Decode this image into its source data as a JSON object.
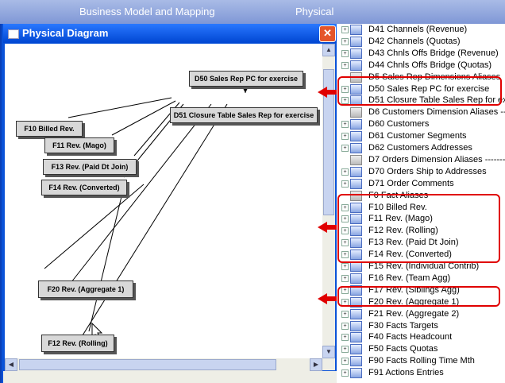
{
  "tabs": {
    "left": "Business Model and Mapping",
    "right": "Physical"
  },
  "window": {
    "title": "Physical Diagram",
    "close_glyph": "✕"
  },
  "tables": {
    "d50": "D50 Sales Rep PC for exercise",
    "d51": "D51 Closure Table Sales Rep for exercise",
    "f10": "F10 Billed Rev.",
    "f11": "F11 Rev. (Mago)",
    "f13": "F13 Rev. (Paid Dt Join)",
    "f14": "F14 Rev. (Converted)",
    "f20": "F20 Rev. (Aggregate 1)",
    "f12": "F12 Rev. (Rolling)"
  },
  "tree": {
    "items": [
      {
        "label": "D41 Channels (Revenue)",
        "alias": false
      },
      {
        "label": "D42 Channels (Quotas)",
        "alias": false
      },
      {
        "label": "D43 Chnls Offs Bridge (Revenue)",
        "alias": false
      },
      {
        "label": "D44 Chnls Offs Bridge (Quotas)",
        "alias": false
      },
      {
        "label": "D5 Sales Rep Dimensions Aliases",
        "alias": true
      },
      {
        "label": "D50 Sales Rep PC for exercise",
        "alias": false
      },
      {
        "label": "D51 Closure Table Sales Rep for ex",
        "alias": false
      },
      {
        "label": "D6 Customers Dimension Aliases ---",
        "alias": true
      },
      {
        "label": "D60 Customers",
        "alias": false
      },
      {
        "label": "D61 Customer Segments",
        "alias": false
      },
      {
        "label": "D62 Customers Addresses",
        "alias": false
      },
      {
        "label": "D7 Orders Dimension Aliases --------",
        "alias": true
      },
      {
        "label": "D70 Orders Ship to Addresses",
        "alias": false
      },
      {
        "label": "D71 Order Comments",
        "alias": false
      },
      {
        "label": "F0 Fact Aliases",
        "alias": true
      },
      {
        "label": "F10 Billed Rev.",
        "alias": false
      },
      {
        "label": "F11 Rev. (Mago)",
        "alias": false
      },
      {
        "label": "F12 Rev. (Rolling)",
        "alias": false
      },
      {
        "label": "F13 Rev. (Paid Dt Join)",
        "alias": false
      },
      {
        "label": "F14 Rev. (Converted)",
        "alias": false
      },
      {
        "label": "F15 Rev. (Individual Contrib)",
        "alias": false
      },
      {
        "label": "F16 Rev. (Team Agg)",
        "alias": false
      },
      {
        "label": "F17 Rev. (Siblings Agg)",
        "alias": false
      },
      {
        "label": "F20 Rev. (Aggregate 1)",
        "alias": false
      },
      {
        "label": "F21 Rev. (Aggregate 2)",
        "alias": false
      },
      {
        "label": "F30 Facts Targets",
        "alias": false
      },
      {
        "label": "F40 Facts Headcount",
        "alias": false
      },
      {
        "label": "F50 Facts Quotas",
        "alias": false
      },
      {
        "label": "F90 Facts Rolling Time Mth",
        "alias": false
      },
      {
        "label": "F91 Actions Entries",
        "alias": false
      }
    ]
  },
  "colors": {
    "highlight": "#e00000",
    "window_title": "#0a52d8"
  }
}
